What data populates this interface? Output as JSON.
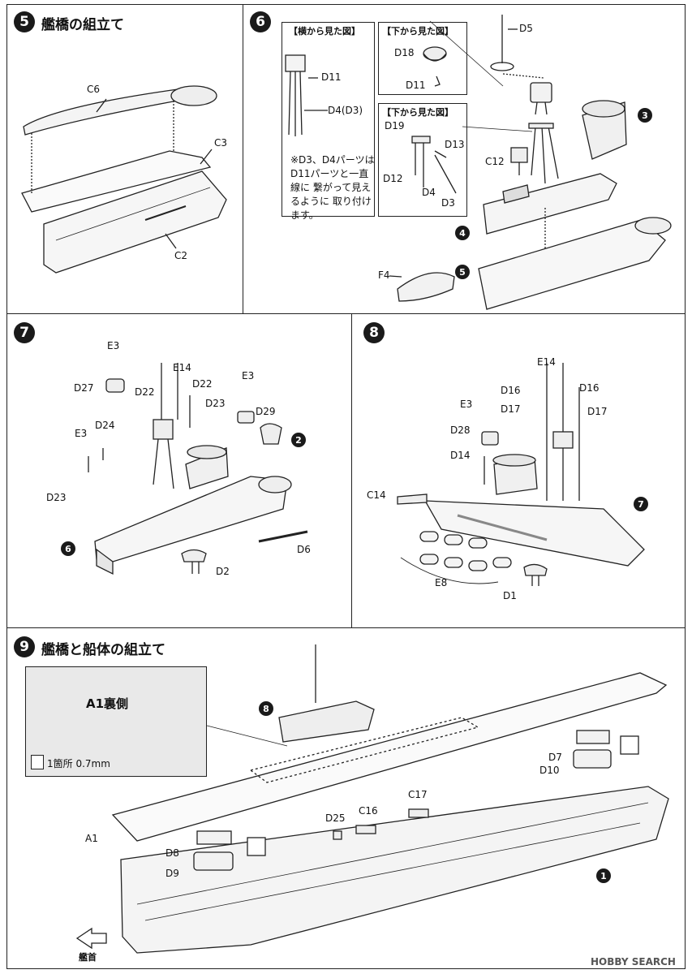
{
  "step5": {
    "num": "5",
    "title": "艦橋の組立て",
    "labels": {
      "c6": "C6",
      "c3": "C3",
      "c2": "C2"
    }
  },
  "step6": {
    "num": "6",
    "side_view_title": "【横から見た図】",
    "bottom_view_title_1": "【下から見た図】",
    "bottom_view_title_2": "【下から見た図】",
    "note": "※D3、D4パーツは D11パーツと一直線に 繋がって見えるように 取り付けます。",
    "labels": {
      "d11a": "D11",
      "d4d3": "D4(D3)",
      "d18": "D18",
      "d11b": "D11",
      "d19": "D19",
      "d13": "D13",
      "d12": "D12",
      "d4": "D4",
      "d3": "D3",
      "d5": "D5",
      "c12": "C12",
      "f4": "F4"
    },
    "refs": {
      "r3": "3",
      "r4": "4",
      "r5": "5"
    }
  },
  "step7": {
    "num": "7",
    "labels": {
      "e3a": "E3",
      "d27": "D27",
      "d22a": "D22",
      "e14": "E14",
      "d22b": "D22",
      "e3b": "E3",
      "d23a": "D23",
      "d29": "D29",
      "d24": "D24",
      "e3c": "E3",
      "d23b": "D23",
      "d6": "D6",
      "d2": "D2"
    },
    "refs": {
      "r2": "2",
      "r6": "6"
    }
  },
  "step8": {
    "num": "8",
    "labels": {
      "e14": "E14",
      "d16a": "D16",
      "d16b": "D16",
      "e3": "E3",
      "d17a": "D17",
      "d17b": "D17",
      "d28": "D28",
      "d14": "D14",
      "c14": "C14",
      "e8": "E8",
      "d1": "D1"
    },
    "refs": {
      "r7": "7"
    }
  },
  "step9": {
    "num": "9",
    "title": "艦橋と船体の組立て",
    "inset_title": "A1裏側",
    "drill_note": "1箇所 0.7mm",
    "labels": {
      "a1": "A1",
      "d7": "D7",
      "d10": "D10",
      "d8": "D8",
      "d9": "D9",
      "d25": "D25",
      "c16": "C16",
      "c17": "C17",
      "bow": "艦首"
    },
    "refs": {
      "r8": "8",
      "r1": "1"
    }
  },
  "watermark": "HOBBY SEARCH"
}
